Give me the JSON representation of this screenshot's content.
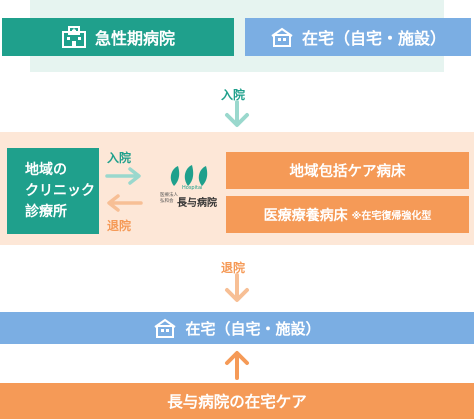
{
  "top": {
    "acute_hospital": "急性期病院",
    "home_care": "在宅（自宅・施設）"
  },
  "arrow_down1_label": "入院",
  "middle": {
    "clinic": "地域の\nクリニック\n診療所",
    "admit_label": "入院",
    "discharge_label": "退院",
    "logo": {
      "small_text_1": "医療法人",
      "small_text_2": "弘和会",
      "name": "長与病院",
      "hospital_word": "Hospital"
    },
    "ward_community": "地域包括ケア病床",
    "ward_medical": "医療療養病床",
    "ward_medical_note": "※在宅復帰強化型"
  },
  "arrow_down2_label": "退院",
  "home_bottom": "在宅（自宅・施設）",
  "footer": "長与病院の在宅ケア",
  "colors": {
    "teal": "#1fa08c",
    "blue": "#7baee3",
    "orange": "#f59a57",
    "light_orange": "#fde7d7",
    "light_teal": "#e6f4f0",
    "arrow_teal": "#9ad8cd",
    "arrow_orange": "#f7bf95"
  }
}
